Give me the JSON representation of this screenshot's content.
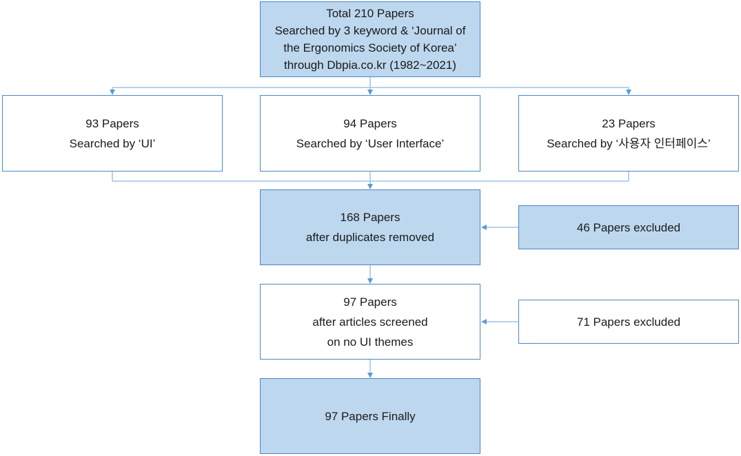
{
  "diagram": {
    "colors": {
      "fill": "#bdd7ee",
      "border": "#4a86c5",
      "connector": "#9dc3e6",
      "arrow": "#5b9bd5"
    },
    "total": {
      "lines": [
        "Total 210 Papers",
        "Searched by 3 keyword & ‘Journal of",
        "the Ergonomics Society of Korea’",
        "through Dbpia.co.kr (1982~2021)"
      ]
    },
    "searches": [
      {
        "lines": [
          "93 Papers",
          "Searched by ‘UI’"
        ]
      },
      {
        "lines": [
          "94 Papers",
          "Searched by ‘User Interface’"
        ]
      },
      {
        "lines": [
          "23 Papers",
          "Searched by ‘사용자 인터페이스’"
        ]
      }
    ],
    "dedup": {
      "lines": [
        "168 Papers",
        "after duplicates removed"
      ]
    },
    "excluded_dup": {
      "lines": [
        "46 Papers excluded"
      ]
    },
    "screened": {
      "lines": [
        "97 Papers",
        "after articles screened",
        "on no UI themes"
      ]
    },
    "excluded_screen": {
      "lines": [
        "71 Papers excluded"
      ]
    },
    "final": {
      "lines": [
        "97 Papers Finally"
      ]
    }
  }
}
